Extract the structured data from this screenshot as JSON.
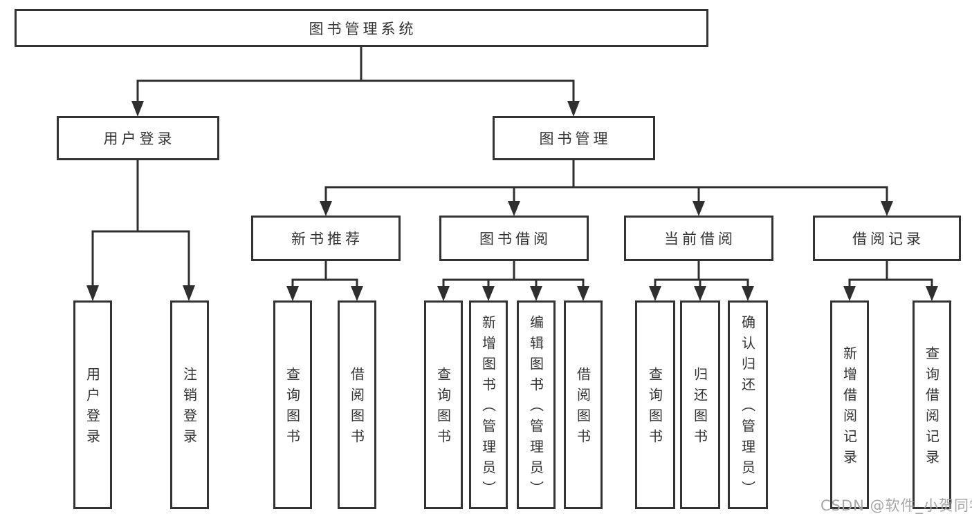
{
  "tree": {
    "root": {
      "label": "图书管理系统"
    },
    "children": [
      {
        "label": "用户登录",
        "leaves": [
          "用户登录",
          "注销登录"
        ]
      },
      {
        "label": "图书管理",
        "children": [
          {
            "label": "新书推荐",
            "leaves": [
              "查询图书",
              "借阅图书"
            ]
          },
          {
            "label": "图书借阅",
            "leaves": [
              "查询图书",
              "新增图书（管理员）",
              "编辑图书（管理员）",
              "借阅图书"
            ]
          },
          {
            "label": "当前借阅",
            "leaves": [
              "查询图书",
              "归还图书",
              "确认归还（管理员）"
            ]
          },
          {
            "label": "借阅记录",
            "leaves": [
              "新增借阅记录",
              "查询借阅记录"
            ]
          }
        ]
      }
    ]
  },
  "watermark": {
    "text": "CSDN @软件_小贺同学"
  },
  "colors": {
    "background": "#ffffff",
    "box_border": "#333333",
    "text": "#333333",
    "connector_line": "#2f2f2f",
    "watermark_text": "#a6a6a6"
  }
}
